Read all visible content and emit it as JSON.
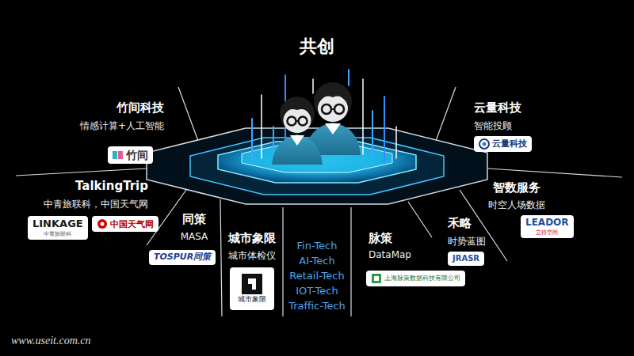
{
  "diagram": {
    "title": "共创",
    "nodes": [
      {
        "text": [
          "竹间科技",
          "情感计算+人工智能",
          "竹间"
        ]
      },
      {
        "text": [
          "TalkingTrip",
          "中青旅联科，中国天气网",
          "LINKAGE",
          "中青旅联科"
        ]
      },
      {
        "text": [
          "中国天气网"
        ]
      },
      {
        "text": [
          "同策",
          "MASA",
          "TOSPUR同策"
        ]
      },
      {
        "text": [
          "城市象限",
          "城市体检仪",
          "城市象限"
        ]
      },
      {
        "text": [
          "脉策",
          "DataMap",
          "上海脉策数据科技有限公司"
        ]
      },
      {
        "text": [
          "禾略",
          "时势蓝图",
          "JRASR"
        ]
      },
      {
        "text": [
          "智数服务",
          "时空人场数据",
          "LEADOR",
          "立得空间"
        ]
      },
      {
        "text": [
          "云量科技",
          "智能投顾",
          "云量科技"
        ]
      }
    ],
    "labels": [
      "Fin-Tech",
      "AI-Tech",
      "Retail-Tech",
      "IOT-Tech",
      "Traffic-Tech",
      "www.useit.com.cn"
    ]
  }
}
